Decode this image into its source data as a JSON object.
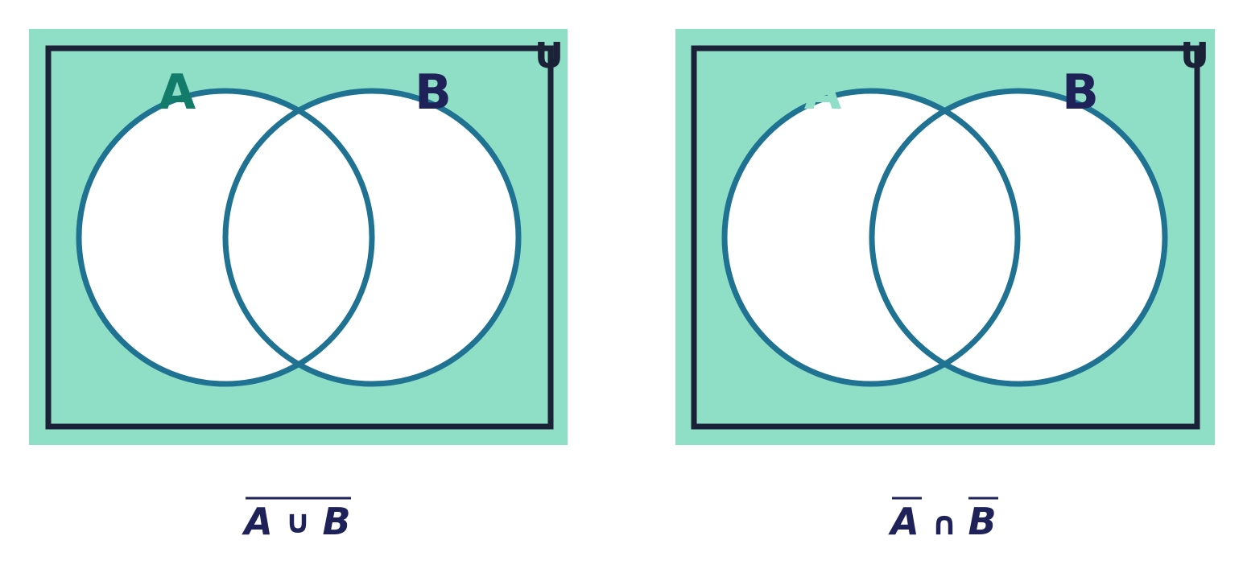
{
  "colors": {
    "shade": "#8fdec6",
    "border": "#1b2238",
    "circle": "#1f7291",
    "label_a": "#127b6a",
    "label_b": "#1e2258",
    "formula": "#1e2258"
  },
  "panels": [
    {
      "universe_label": "U",
      "set_a_label": "A",
      "set_b_label": "B",
      "formula": {
        "left": "A",
        "operator": "∪",
        "right": "B",
        "overline": "whole"
      }
    },
    {
      "universe_label": "U",
      "set_a_label": "A",
      "set_b_label": "B",
      "formula": {
        "left": "A",
        "operator": "∩",
        "right": "B",
        "overline": "each"
      }
    }
  ]
}
